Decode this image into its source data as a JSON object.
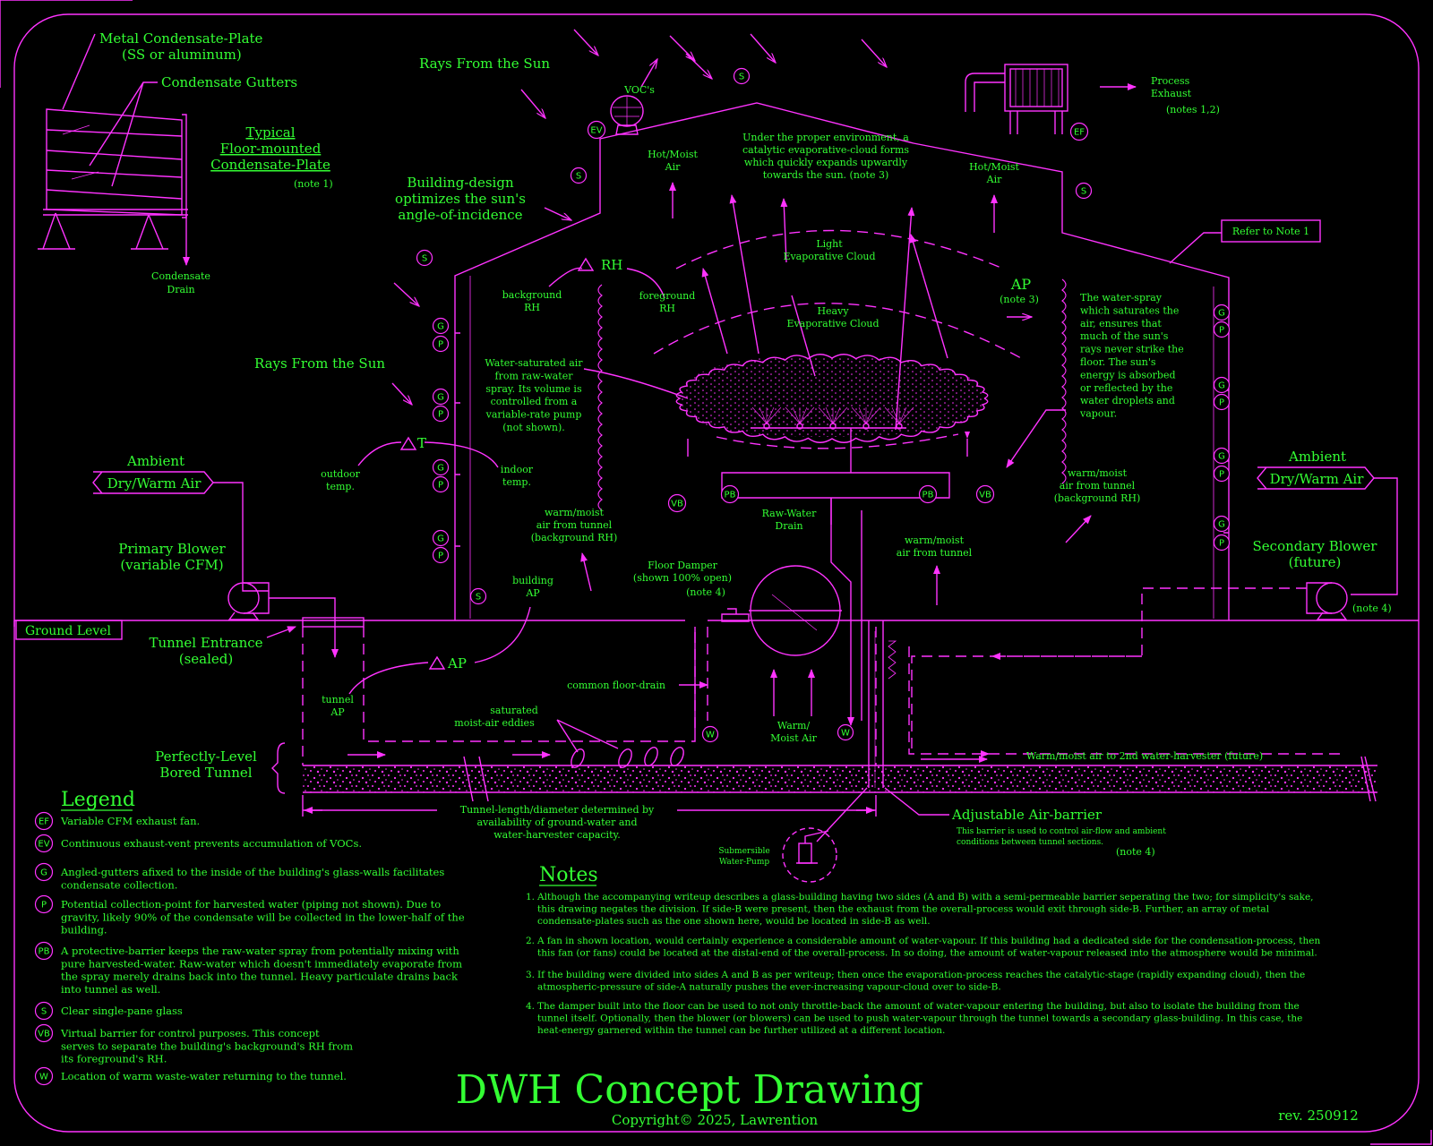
{
  "labels": {
    "metal_plate_1": "Metal Condensate-Plate",
    "metal_plate_2": "(SS or aluminum)",
    "condensate_gutters": "Condensate Gutters",
    "typical_1": "Typical",
    "typical_2": "Floor-mounted",
    "typical_3": "Condensate-Plate",
    "note1_small": "(note 1)",
    "condensate_drain_1": "Condensate",
    "condensate_drain_2": "Drain",
    "rays_top": "Rays From the Sun",
    "rays_left": "Rays From the Sun",
    "vocs": "VOC's",
    "process_exhaust_1": "Process",
    "process_exhaust_2": "Exhaust",
    "process_notes": "(notes 1,2)",
    "building_design_1": "Building-design",
    "building_design_2": "optimizes the sun's",
    "building_design_3": "angle-of-incidence",
    "hot_moist_left_1": "Hot/Moist",
    "hot_moist_left_2": "Air",
    "hot_moist_right_1": "Hot/Moist",
    "hot_moist_right_2": "Air",
    "catalytic_1": "Under the proper environment, a",
    "catalytic_2": "catalytic evaporative-cloud forms",
    "catalytic_3": "which quickly expands upwardly",
    "catalytic_4": "towards the sun. (note 3)",
    "refer_note1": "Refer to Note 1",
    "delta_rh": "RH",
    "background_rh_1": "background",
    "background_rh_2": "RH",
    "foreground_rh_1": "foreground",
    "foreground_rh_2": "RH",
    "light_cloud_1": "Light",
    "light_cloud_2": "Evaporative Cloud",
    "heavy_cloud_1": "Heavy",
    "heavy_cloud_2": "Evaporative Cloud",
    "ap_top": "AP",
    "ap_note3": "(note 3)",
    "water_spray": [
      "The water-spray",
      "which saturates the",
      "air, ensures that",
      "much of the sun's",
      "rays never strike the",
      "floor. The sun's",
      "energy is absorbed",
      "or reflected by the",
      "water droplets and",
      "vapour."
    ],
    "water_saturated": [
      "Water-saturated air",
      "from raw-water",
      "spray. Its volume is",
      "controlled  from a",
      "variable-rate pump",
      "(not shown)."
    ],
    "delta_t": "T",
    "outdoor_1": "outdoor",
    "outdoor_2": "temp.",
    "indoor_1": "indoor",
    "indoor_2": "temp.",
    "ambient_left_1": "Ambient",
    "ambient_left_2": "Dry/Warm Air",
    "ambient_right_1": "Ambient",
    "ambient_right_2": "Dry/Warm Air",
    "warm_moist_left_1": "warm/moist",
    "warm_moist_left_2": "air from tunnel",
    "warm_moist_left_3": "(background RH)",
    "warm_moist_right_1": "warm/moist",
    "warm_moist_right_2": "air from tunnel",
    "warm_moist_right_3": "(background RH)",
    "warm_moist_center_1": "warm/moist",
    "warm_moist_center_2": "air from tunnel",
    "raw_water_1": "Raw-Water",
    "raw_water_2": "Drain",
    "primary_blower_1": "Primary Blower",
    "primary_blower_2": "(variable CFM)",
    "secondary_blower_1": "Secondary Blower",
    "secondary_blower_2": "(future)",
    "note4_right": "(note 4)",
    "building_ap_1": "building",
    "building_ap_2": "AP",
    "floor_damper_1": "Floor Damper",
    "floor_damper_2": "(shown 100% open)",
    "floor_damper_3": "(note 4)",
    "ground_level": "Ground Level",
    "tunnel_entrance_1": "Tunnel Entrance",
    "tunnel_entrance_2": "(sealed)",
    "delta_ap": "AP",
    "tunnel_ap_1": "tunnel",
    "tunnel_ap_2": "AP",
    "common_floor_drain": "common floor-drain",
    "saturated_1": "saturated",
    "saturated_2": "moist-air eddies",
    "warm_moist_air_1": "Warm/",
    "warm_moist_air_2": "Moist Air",
    "perfectly_level_1": "Perfectly-Level",
    "perfectly_level_2": "Bored Tunnel",
    "to_2nd_harvester": "Warm/moist air to 2nd water-harvester (future)",
    "tunnel_length_1": "Tunnel-length/diameter determined by",
    "tunnel_length_2": "availability of ground-water and",
    "tunnel_length_3": "water-harvester capacity.",
    "adjustable_barrier": "Adjustable Air-barrier",
    "barrier_desc_1": "This barrier is used to control air-flow and ambient",
    "barrier_desc_2": "conditions between tunnel sections.",
    "barrier_note4": "(note 4)",
    "submersible_1": "Submersible",
    "submersible_2": "Water-Pump"
  },
  "legend": {
    "title": "Legend",
    "items": [
      {
        "code": "EF",
        "lines": [
          "Variable CFM exhaust fan."
        ]
      },
      {
        "code": "EV",
        "lines": [
          "Continuous exhaust-vent prevents accumulation of VOCs."
        ]
      },
      {
        "code": "G",
        "lines": [
          "Angled-gutters afixed to the inside of the building's glass-walls facilitates",
          "condensate collection."
        ]
      },
      {
        "code": "P",
        "lines": [
          "Potential collection-point for harvested water (piping not shown). Due to",
          "gravity, likely 90% of the condensate will be collected in the lower-half of the",
          "building."
        ]
      },
      {
        "code": "PB",
        "lines": [
          "A protective-barrier keeps the raw-water spray from potentially mixing with",
          "pure harvested-water. Raw-water which doesn't immediately evaporate from",
          "the spray merely drains back into the tunnel. Heavy particulate drains back",
          "into tunnel as well."
        ]
      },
      {
        "code": "S",
        "lines": [
          "Clear single-pane glass"
        ]
      },
      {
        "code": "VB",
        "lines": [
          "Virtual barrier for control purposes. This concept",
          "serves to separate the building's background's RH from",
          "its foreground's RH."
        ]
      },
      {
        "code": "W",
        "lines": [
          "Location of warm waste-water returning to the tunnel."
        ]
      }
    ]
  },
  "notes": {
    "title": "Notes",
    "items": [
      {
        "num": "1.",
        "lines": [
          "Although the accompanying writeup describes a glass-building having two sides (A and B) with a semi-permeable barrier seperating the two; for simplicity's sake,",
          "this drawing negates the division. If side-B were present, then the exhaust from the overall-process would exit through side-B. Further, an array of metal",
          "condensate-plates such as the one shown here, would be located in side-B as well."
        ]
      },
      {
        "num": "2.",
        "lines": [
          "A fan in shown location, would certainly experience a considerable amount of water-vapour. If this building had a dedicated side for the condensation-process, then",
          "this fan (or fans) could be located at the distal-end of the overall-process. In so doing, the amount of water-vapour released into the atmosphere would be minimal."
        ]
      },
      {
        "num": "3.",
        "lines": [
          "If the building were divided into sides A and B as per writeup; then once the evaporation-process reaches the catalytic-stage (rapidly expanding cloud), then the",
          "atmospheric-pressure of side-A naturally pushes the ever-increasing vapour-cloud over to side-B."
        ]
      },
      {
        "num": "4.",
        "lines": [
          "The damper built into the floor can be used to not only throttle-back the amount of water-vapour entering the building, but also to isolate the building from the",
          "tunnel itself. Optionally, then the blower (or blowers) can be used to push water-vapour through the tunnel towards a secondary glass-building. In this case, the",
          "heat-energy garnered within the tunnel can be further utilized at a different location."
        ]
      }
    ]
  },
  "title_block": {
    "title": "DWH Concept Drawing",
    "copyright": "Copyright©  2025, Lawrention",
    "revision": "rev. 250912"
  },
  "bubbles": {
    "ef": "EF",
    "ev": "EV",
    "g": "G",
    "p": "P",
    "pb": "PB",
    "s": "S",
    "vb": "VB",
    "w": "W"
  },
  "colors": {
    "text": "#33ff33",
    "lines": "#ff33ff",
    "background": "#000000"
  }
}
